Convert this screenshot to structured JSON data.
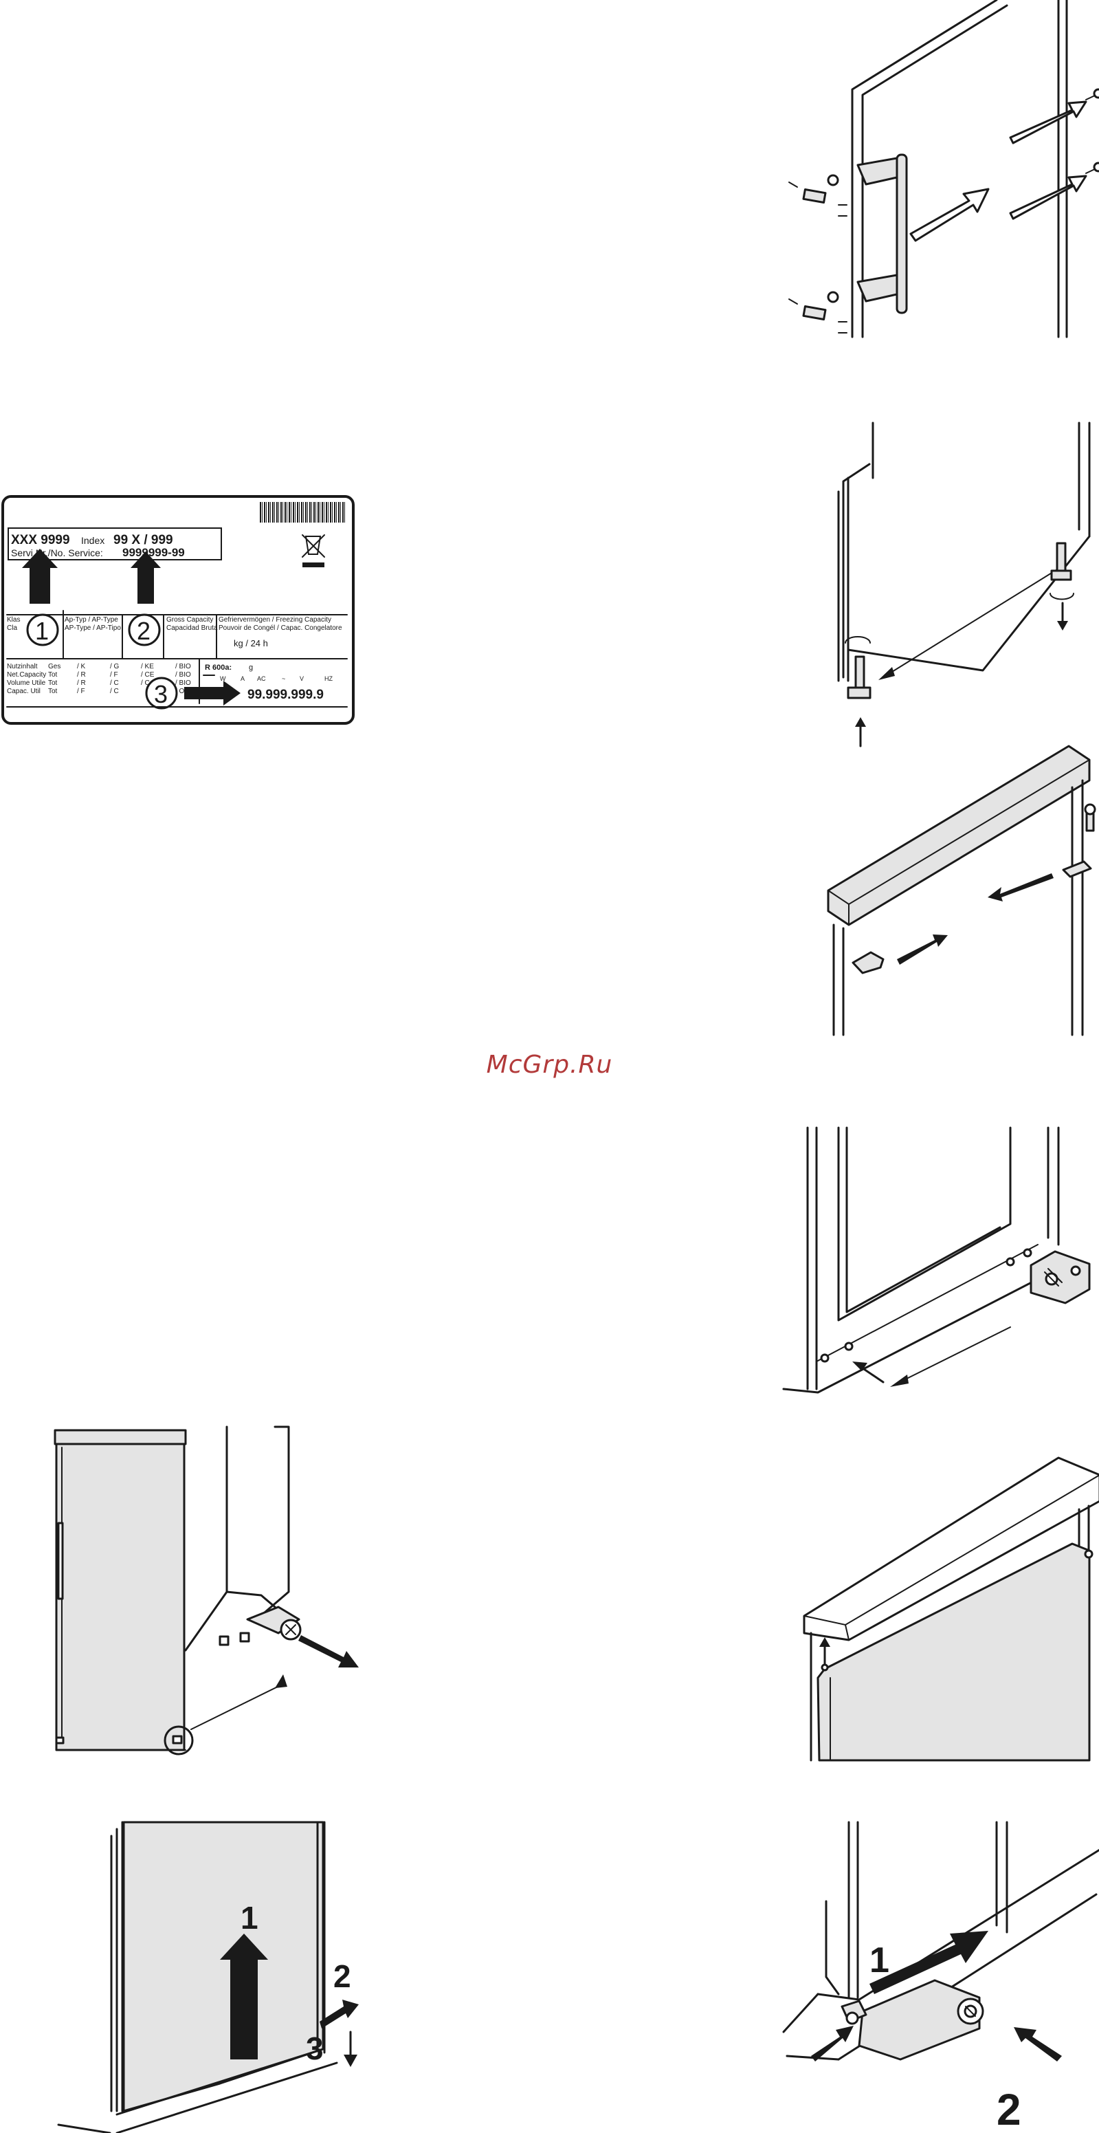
{
  "watermark": "McGrp.Ru",
  "rating_plate": {
    "model": "XXX 9999",
    "index_label": "Index",
    "index_value": "99 X / 999",
    "service_label": "Servi   Nr./No. Service:",
    "service_value": "9999999-99",
    "class_line1": "Klas",
    "class_line2": "Cla",
    "type_line1": "Ap-Typ / AP-Type",
    "type_line2": "AP-Type / AP-Tipo",
    "gross_line1": "Gross Capacity",
    "gross_line2": "Capacidad Bruta",
    "freeze_line1": "Gefriervermögen / Freezing Capacity",
    "freeze_line2": "Pouvoir de Congél / Capac. Congelatore",
    "freeze_unit": "kg / 24 h",
    "rows": [
      {
        "label": "Nutzinhalt",
        "c1": "Ges",
        "c2": "/ K",
        "c3": "/ G",
        "c4": "/ KE",
        "c5": "/ BIO"
      },
      {
        "label": "Net.Capacity",
        "c1": "Tot",
        "c2": "/ R",
        "c3": "/ F",
        "c4": "/ CE",
        "c5": "/ BIO"
      },
      {
        "label": "Volume Utile",
        "c1": "Tot",
        "c2": "/ R",
        "c3": "/ C",
        "c4": "/ C",
        "c5": "/ BIO"
      },
      {
        "label": "Capac. Util",
        "c1": "Tot",
        "c2": "/ F",
        "c3": "/ C",
        "c4": "",
        "c5": "/ O"
      }
    ],
    "refrigerant": "R 600a:",
    "refrigerant_unit": "g",
    "electric_labels": [
      "W",
      "A",
      "AC",
      "~",
      "V",
      "HZ"
    ],
    "serial": "99.999.999.9",
    "callouts": [
      "1",
      "2",
      "3"
    ]
  },
  "step_labels": {
    "step_a": [
      "1",
      "2",
      "3"
    ],
    "step_b": [
      "1",
      "2"
    ]
  },
  "icons": [
    "barcode-icon",
    "weee-bin-icon",
    "magnifier-circle-icon"
  ]
}
